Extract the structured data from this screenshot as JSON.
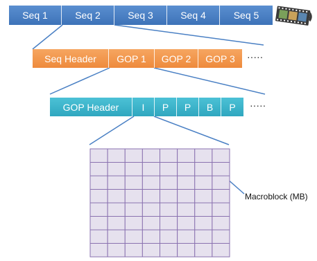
{
  "sequences": {
    "items": [
      "Seq 1",
      "Seq 2",
      "Seq 3",
      "Seq 4",
      "Seq 5"
    ],
    "color": "#4a80c4"
  },
  "gop_row": {
    "items": [
      "Seq Header",
      "GOP 1",
      "GOP 2",
      "GOP 3"
    ],
    "continuation": "·····",
    "color": "#f39a4f"
  },
  "picture_row": {
    "items": [
      "GOP Header",
      "I",
      "P",
      "P",
      "B",
      "P"
    ],
    "continuation": "·····",
    "color": "#3fb5cc"
  },
  "macroblock_grid": {
    "rows": 8,
    "cols": 8,
    "fill": "#e6e1ee",
    "line": "#8a72b0",
    "label": "Macroblock (MB)"
  },
  "icons": {
    "film": "film-strip-icon"
  }
}
